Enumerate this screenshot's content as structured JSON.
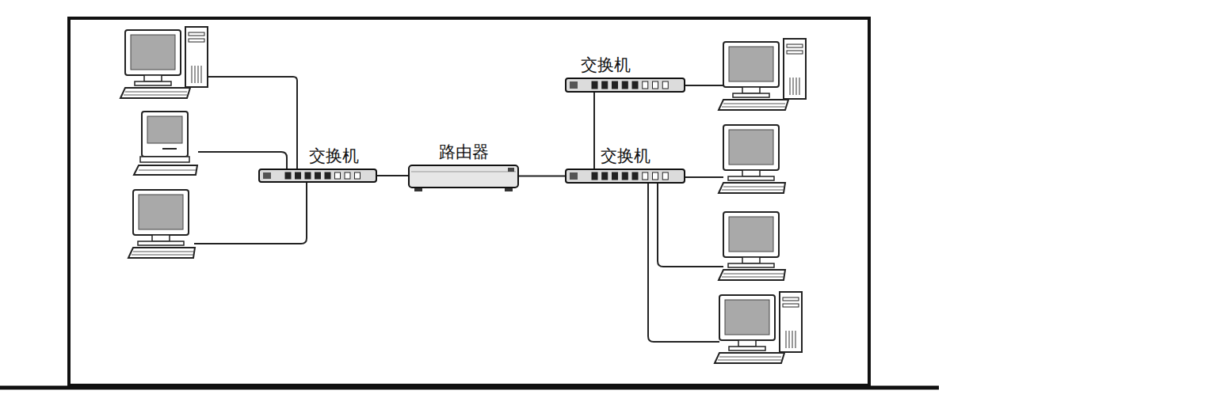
{
  "diagram": {
    "nodes": [
      {
        "text": [
          "交换机"
        ]
      },
      {
        "text": [
          "路由器"
        ]
      },
      {
        "text": [
          "交换机"
        ]
      },
      {
        "text": [
          "交换机"
        ]
      }
    ],
    "edges": [
      {
        "from": 0,
        "to": 1,
        "arrow": "none"
      },
      {
        "from": 1,
        "to": 3,
        "arrow": "none"
      },
      {
        "from": 2,
        "to": 3,
        "arrow": "none"
      }
    ]
  }
}
